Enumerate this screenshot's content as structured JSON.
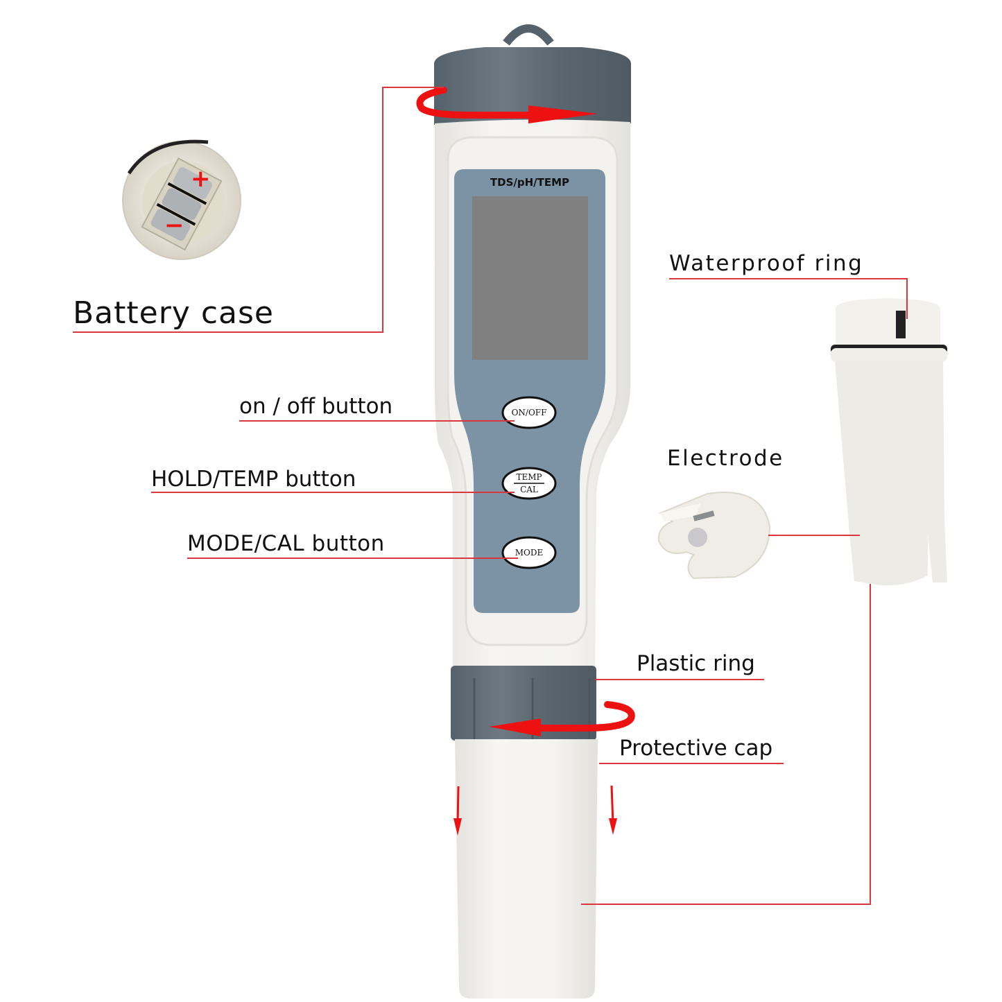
{
  "device": {
    "panel_title": "TDS/pH/TEMP",
    "buttons": {
      "power": "ON/OFF",
      "temp_top": "TEMP",
      "temp_bottom": "CAL",
      "mode": "MODE"
    }
  },
  "callouts": {
    "battery_case": "Battery case",
    "on_off_button": "on / off button",
    "hold_temp_button": "HOLD/TEMP button",
    "mode_cal_button": "MODE/CAL button",
    "waterproof_ring": "Waterproof ring",
    "electrode": "Electrode",
    "plastic_ring": "Plastic ring",
    "protective_cap": "Protective cap"
  },
  "battery_symbols": {
    "positive": "+",
    "negative": "−"
  },
  "colors": {
    "callout_line": "#d9363e",
    "arrow": "#ee1111",
    "cap_gray": "#5f6b74",
    "panel_blue": "#7c93a5",
    "lcd_gray": "#808080",
    "body_white": "#f1f0ec"
  }
}
